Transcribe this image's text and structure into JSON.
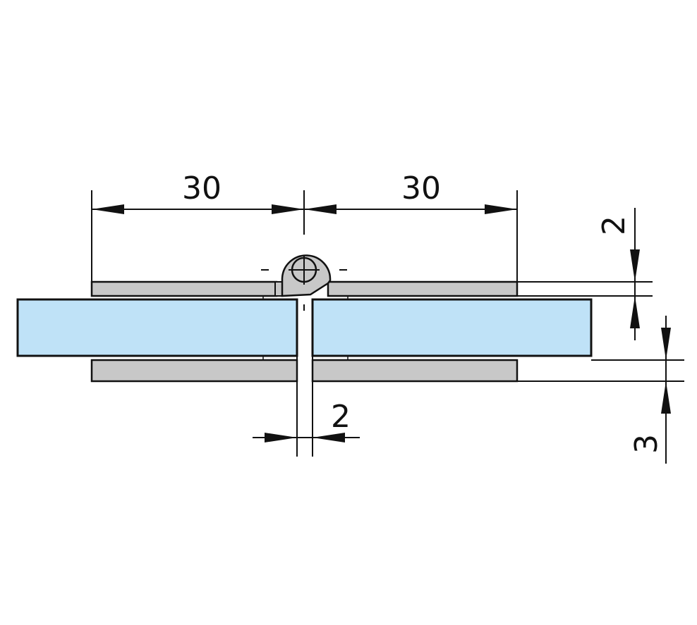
{
  "colors": {
    "glass": "#bfe2f7",
    "metal": "#c8c8c8",
    "ink": "#111111",
    "background": "#ffffff"
  },
  "dimensions": {
    "left_width": "30",
    "right_width": "30",
    "gap": "2",
    "plate_thickness": "2",
    "hinge_offset": "3"
  }
}
